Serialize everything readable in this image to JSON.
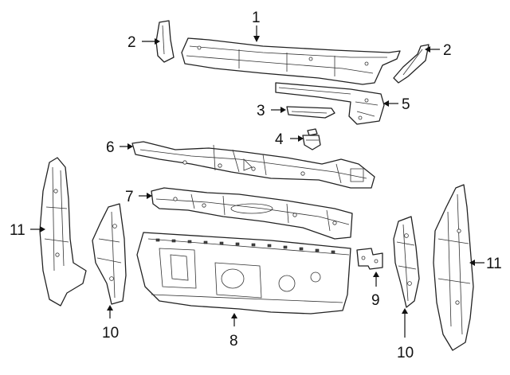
{
  "callouts": [
    {
      "id": "1",
      "label": "1"
    },
    {
      "id": "2a",
      "label": "2"
    },
    {
      "id": "2b",
      "label": "2"
    },
    {
      "id": "3",
      "label": "3"
    },
    {
      "id": "4",
      "label": "4"
    },
    {
      "id": "5",
      "label": "5"
    },
    {
      "id": "6",
      "label": "6"
    },
    {
      "id": "7",
      "label": "7"
    },
    {
      "id": "8",
      "label": "8"
    },
    {
      "id": "9",
      "label": "9"
    },
    {
      "id": "10a",
      "label": "10"
    },
    {
      "id": "10b",
      "label": "10"
    },
    {
      "id": "11a",
      "label": "11"
    },
    {
      "id": "11b",
      "label": "11"
    }
  ]
}
